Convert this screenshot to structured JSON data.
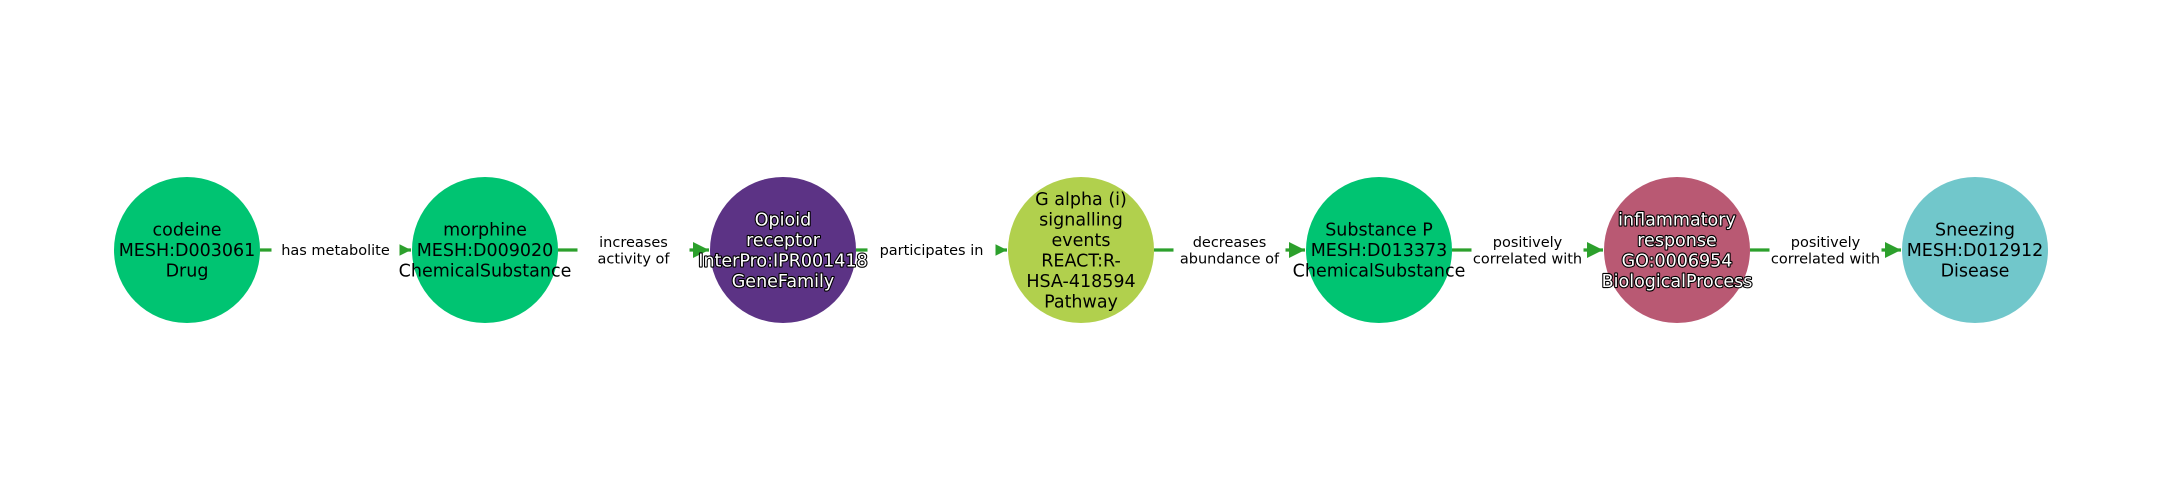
{
  "nodes": [
    {
      "id": "codeine",
      "lines": [
        "codeine",
        "MESH:D003061",
        "Drug"
      ],
      "color": "#00c472",
      "text_color": "#000000",
      "halo": false
    },
    {
      "id": "morphine",
      "lines": [
        "morphine",
        "MESH:D009020",
        "ChemicalSubstance"
      ],
      "color": "#00c472",
      "text_color": "#000000",
      "halo": false
    },
    {
      "id": "opioid-receptor",
      "lines": [
        "Opioid",
        "receptor",
        "InterPro:IPR001418",
        "GeneFamily"
      ],
      "color": "#5c3385",
      "text_color": "#ffffff",
      "halo": true
    },
    {
      "id": "g-alpha-i",
      "lines": [
        "G alpha (i)",
        "signalling",
        "events",
        "REACT:R-",
        "HSA-418594",
        "Pathway"
      ],
      "color": "#b1d04d",
      "text_color": "#000000",
      "halo": false
    },
    {
      "id": "substance-p",
      "lines": [
        "Substance P",
        "MESH:D013373",
        "ChemicalSubstance"
      ],
      "color": "#00c472",
      "text_color": "#000000",
      "halo": false
    },
    {
      "id": "inflammatory-response",
      "lines": [
        "inflammatory",
        "response",
        "GO:0006954",
        "BiologicalProcess"
      ],
      "color": "#b95973",
      "text_color": "#ffffff",
      "halo": true
    },
    {
      "id": "sneezing",
      "lines": [
        "Sneezing",
        "MESH:D012912",
        "Disease"
      ],
      "color": "#71c7cb",
      "text_color": "#000000",
      "halo": false
    }
  ],
  "edges": [
    {
      "lines": [
        "has metabolite"
      ]
    },
    {
      "lines": [
        "increases",
        "activity of"
      ]
    },
    {
      "lines": [
        "participates in"
      ]
    },
    {
      "lines": [
        "decreases",
        "abundance of"
      ]
    },
    {
      "lines": [
        "positively",
        "correlated with"
      ]
    },
    {
      "lines": [
        "positively",
        "correlated with"
      ]
    }
  ],
  "edge_color": "#2ca02c"
}
